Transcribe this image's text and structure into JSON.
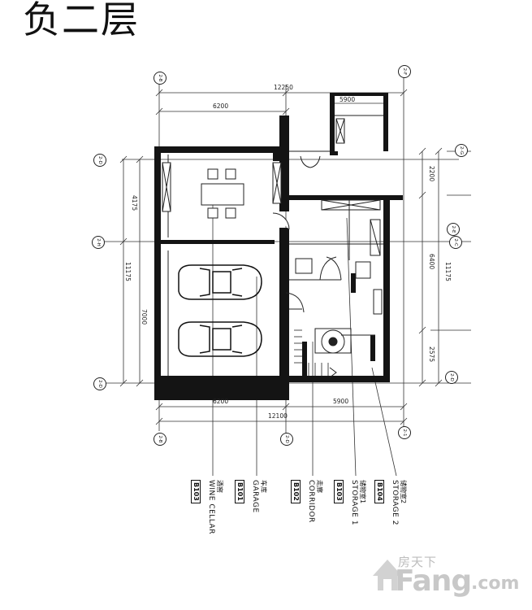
{
  "title": "负二层",
  "colors": {
    "ink": "#111111",
    "wall": "#141414",
    "watermark": "#c8c8c8",
    "bg": "#ffffff"
  },
  "grid_bubbles": [
    "2-B",
    "2-F",
    "2-D",
    "2-H",
    "2-D",
    "2-B",
    "2-D",
    "2-1",
    "2-G",
    "2-E",
    "2-C",
    "2-D",
    "2-F",
    "2-1"
  ],
  "dimensions": {
    "top_total": "12250",
    "top_left": "6200",
    "top_right": "5900",
    "bottom_left": "6200",
    "bottom_right": "5900",
    "bottom_total": "12100",
    "left_upper": "4175",
    "left_total": "11175",
    "left_lower": "7000",
    "right_top": "2200",
    "right_mid": "6400",
    "right_total": "11175",
    "right_low": "2575"
  },
  "rooms": [
    {
      "cn": "酒窖",
      "en": "WINE CELLAR",
      "code": "B103"
    },
    {
      "cn": "车库",
      "en": "GARAGE",
      "code": "B101"
    },
    {
      "cn": "走廊",
      "en": "CORRIDOR",
      "code": "B102"
    },
    {
      "cn": "储物室1",
      "en": "STORAGE 1",
      "code": "B103"
    },
    {
      "cn": "储物室2",
      "en": "STORAGE 2",
      "code": "B104"
    }
  ],
  "watermark": {
    "sub": "房天下",
    "main": "Fang",
    "com": ".com"
  }
}
